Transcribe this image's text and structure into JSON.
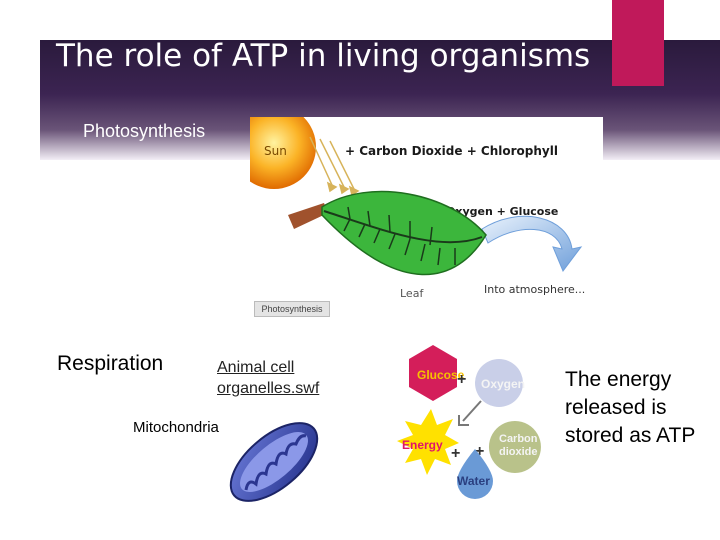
{
  "title": "The role of ATP in living organisms",
  "photosynthesis": {
    "label": "Photosynthesis",
    "sun": "Sun",
    "inputs": "+ Carbon Dioxide + Chlorophyll",
    "outputs": "Oxygen + Glucose",
    "leaf": "Leaf",
    "atmosphere": "Into atmosphere...",
    "caption": "Photosynthesis"
  },
  "respiration": {
    "label": "Respiration",
    "link": "Animal cell organelles.swf",
    "mitochondria": "Mitochondria",
    "glucose": "Glucose",
    "oxygen": "Oxygen",
    "energy": "Energy",
    "carbon_dioxide_1": "Carbon",
    "carbon_dioxide_2": "dioxide",
    "water": "Water",
    "plus": "+"
  },
  "note": "The energy released is stored as ATP",
  "colors": {
    "title_band": "#3c2452",
    "accent": "#c0195a",
    "leaf": "#3cb63c",
    "sun": "#f59a10",
    "arrow": "#8fb8e6",
    "mitochondrion": "#3a48a8"
  }
}
